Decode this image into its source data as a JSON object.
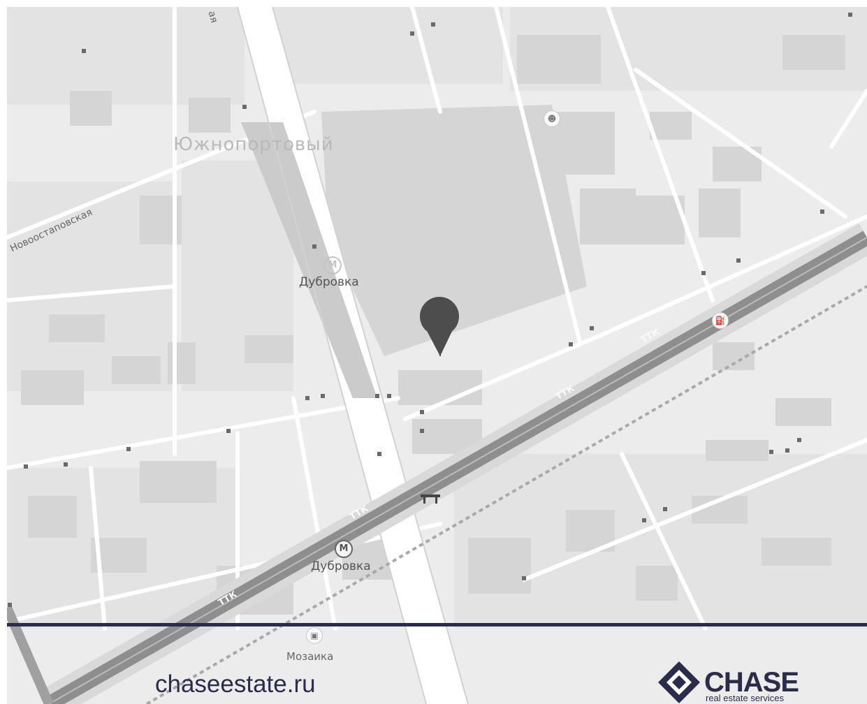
{
  "map": {
    "district_label": "Южнопортовый",
    "street_labels": {
      "novoostapovskaya": "Новоостаповская",
      "top_street_fragment": "ая"
    },
    "ttk_label": "ТТК",
    "stations": {
      "north": "Дубровка",
      "south": "Дубровка"
    },
    "poi": {
      "mall": "Мозаика"
    },
    "icons": {
      "metro": "М",
      "marker": "location-pin-icon",
      "fuel": "fuel-station-icon",
      "theatre": "theatre-icon",
      "bridge": "bridge-icon",
      "shopping": "shopping-bag-icon"
    },
    "colors": {
      "background": "#ececec",
      "roads": "#ffffff",
      "buildings": "#d6d6d6",
      "highway": "#8a8a8a",
      "marker": "#4d4d4d"
    }
  },
  "footer": {
    "website": "chaseestate.ru",
    "brand_name": "CHASE",
    "brand_tagline": "real estate services",
    "accent_color": "#2b2c4a"
  }
}
